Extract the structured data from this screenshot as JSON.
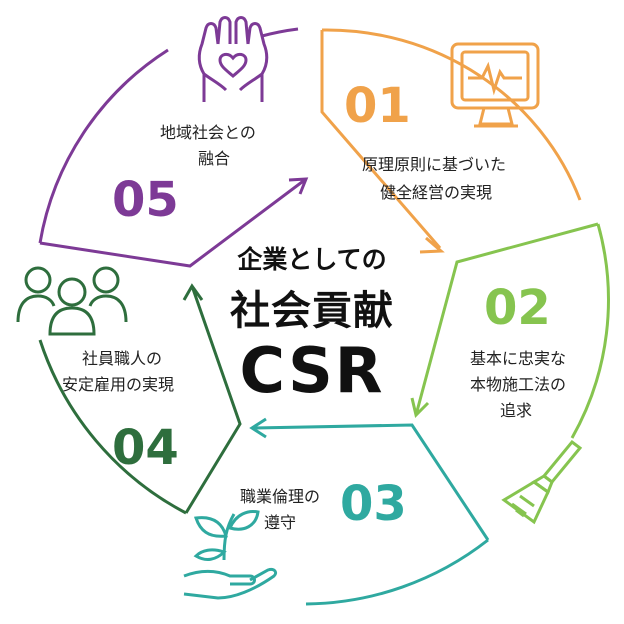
{
  "center": {
    "line1": "企業としての",
    "line2": "社会貢献",
    "line3": "CSR"
  },
  "segments": [
    {
      "number": "01",
      "line1": "原理原則に基づいた",
      "line2": "健全経営の実現",
      "color": "#f0a24a",
      "icon": "monitor-heartbeat-icon"
    },
    {
      "number": "02",
      "line1": "基本に忠実な",
      "line2": "本物施工法の",
      "line3": "追求",
      "color": "#86c44f",
      "icon": "paint-brush-icon"
    },
    {
      "number": "03",
      "line1": "職業倫理の",
      "line2": "遵守",
      "color": "#2fa9a0",
      "icon": "hand-with-sprout-icon"
    },
    {
      "number": "04",
      "line1": "社員職人の",
      "line2": "安定雇用の実現",
      "color": "#2e6e3d",
      "icon": "people-group-icon"
    },
    {
      "number": "05",
      "line1": "地域社会との",
      "line2": "融合",
      "color": "#7d3a96",
      "icon": "hands-with-heart-icon"
    }
  ]
}
